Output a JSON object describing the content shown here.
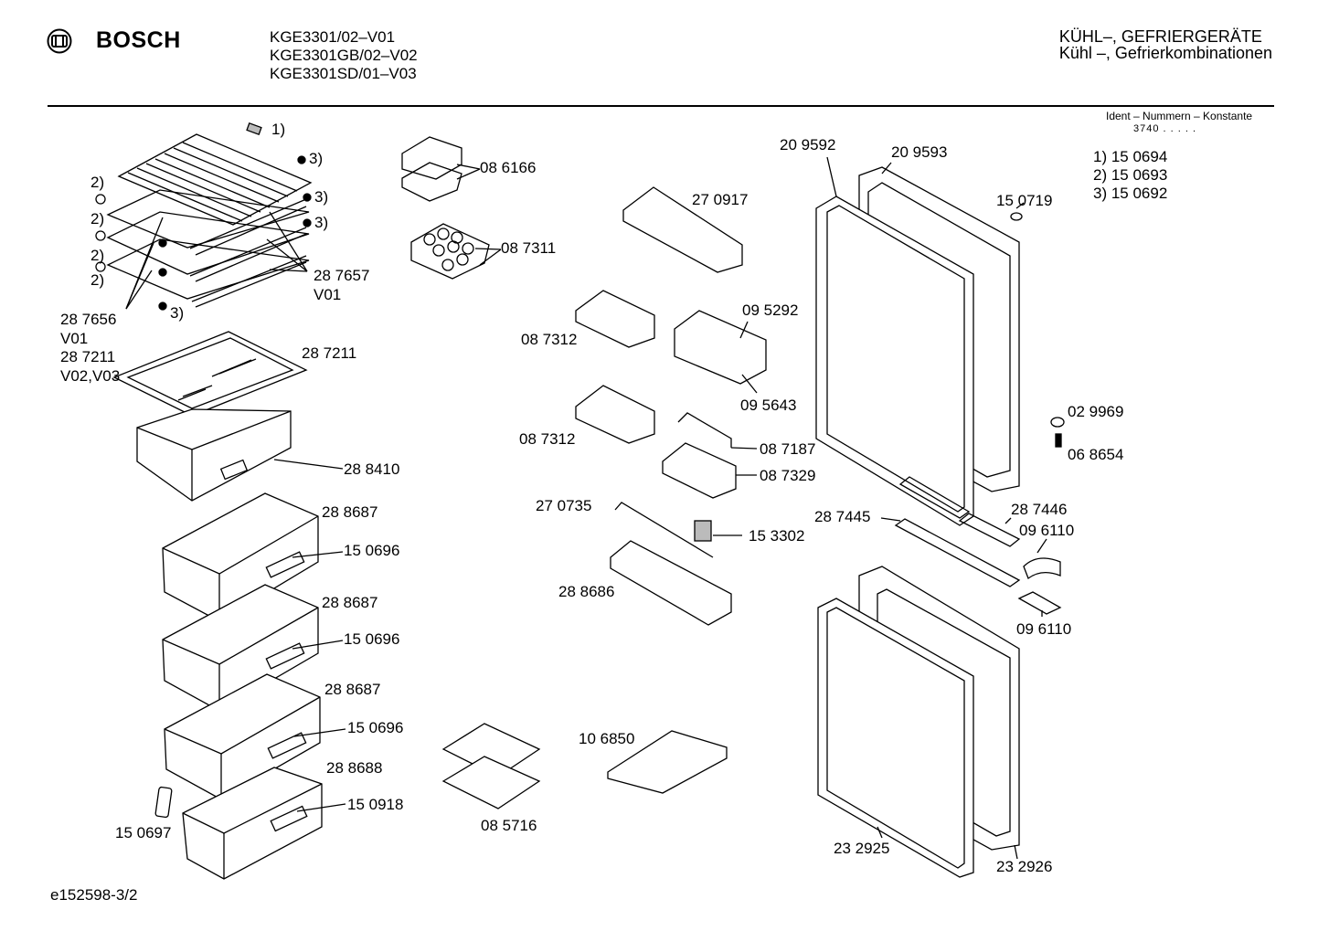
{
  "header": {
    "brand": "BOSCH",
    "models": [
      "KGE3301/02–V01",
      "KGE3301GB/02–V02",
      "KGE3301SD/01–V03"
    ],
    "category_line1": "KÜHL–, GEFRIERGERÄTE",
    "category_line2": "Kühl –, Gefrierkombinationen"
  },
  "ident": {
    "title": "Ident – Nummern – Konstante",
    "code": "3740 . . . . ."
  },
  "legend": [
    "1) 15 0694",
    "2) 15 0693",
    "3) 15 0692"
  ],
  "labels": {
    "l1": "1)",
    "l3a": "3)",
    "l3b": "3)",
    "l3c": "3)",
    "l3d": "3)",
    "l2a": "2)",
    "l2b": "2)",
    "l2c": "2)",
    "l2d": "2)",
    "p287657": "28 7657",
    "v01a": "V01",
    "p287656": "28 7656",
    "v01b": "V01",
    "p287211a": "28 7211",
    "v0203": "V02,V03",
    "p287211b": "28 7211",
    "p288410": "28 8410",
    "p288687a": "28 8687",
    "p150696a": "15 0696",
    "p288687b": "28 8687",
    "p150696b": "15 0696",
    "p288687c": "28 8687",
    "p150696c": "15 0696",
    "p288688": "28 8688",
    "p150918": "15 0918",
    "p150697": "15 0697",
    "p086166": "08 6166",
    "p087311": "08 7311",
    "p270917": "27 0917",
    "p087312a": "08 7312",
    "p095292": "09 5292",
    "p095643": "09 5643",
    "p087312b": "08 7312",
    "p087187": "08 7187",
    "p087329": "08 7329",
    "p270735": "27 0735",
    "p153302": "15 3302",
    "p288686": "28 8686",
    "p106850": "10 6850",
    "p085716": "08 5716",
    "p209592": "20 9592",
    "p209593": "20 9593",
    "p150719": "15 0719",
    "p029969": "02 9969",
    "p068654": "06 8654",
    "p287445": "28 7445",
    "p287446": "28 7446",
    "p096110a": "09 6110",
    "p096110b": "09 6110",
    "p232925": "23 2925",
    "p232926": "23 2926"
  },
  "footer": "e152598-3/2"
}
